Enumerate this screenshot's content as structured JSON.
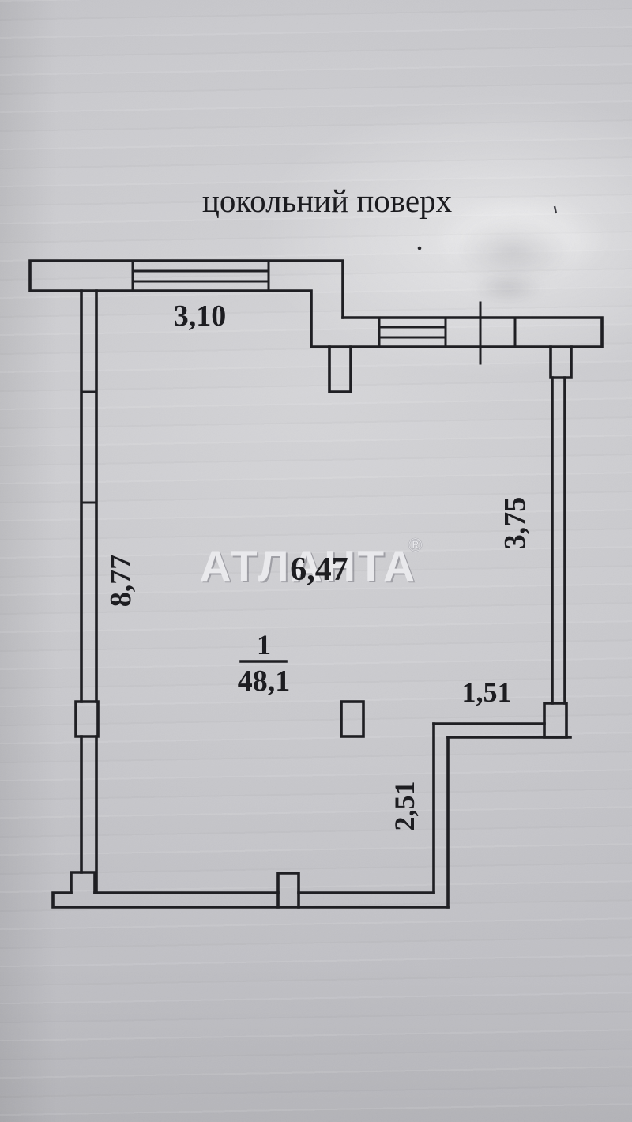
{
  "title": "цокольний поверх",
  "watermark": {
    "name": "АТЛАНТА",
    "registered_mark": "®"
  },
  "room": {
    "number": "1",
    "area_m2": "48,1"
  },
  "dimensions": {
    "top_wall": "3,10",
    "left_wall": "8,77",
    "interior_width": "6,47",
    "right_wall": "3,75",
    "step_width": "1,51",
    "notch_height": "2,51"
  },
  "colors": {
    "paper": "#cbcbcf",
    "ink": "#1f1f23",
    "watermark_fill": "#e9e9ec"
  }
}
